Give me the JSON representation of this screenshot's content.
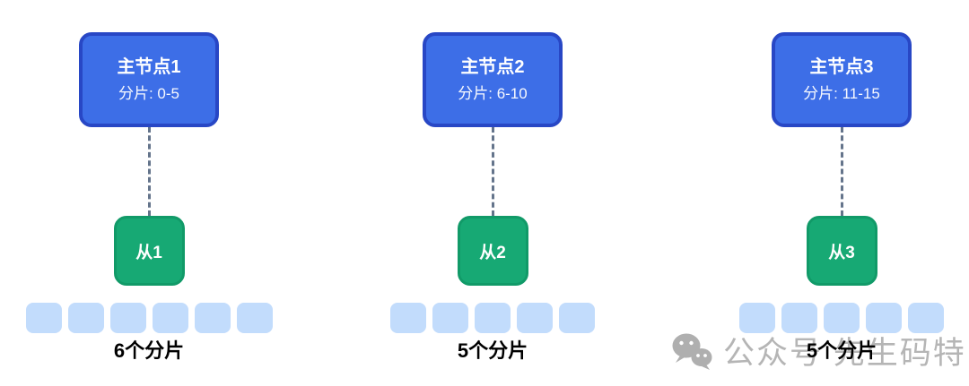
{
  "columns": [
    {
      "master": {
        "title": "主节点1",
        "subtitle": "分片: 0-5"
      },
      "slave": {
        "label": "从1"
      },
      "shard_count": 6,
      "shards_label": "6个分片"
    },
    {
      "master": {
        "title": "主节点2",
        "subtitle": "分片: 6-10"
      },
      "slave": {
        "label": "从2"
      },
      "shard_count": 5,
      "shards_label": "5个分片"
    },
    {
      "master": {
        "title": "主节点3",
        "subtitle": "分片: 11-15"
      },
      "slave": {
        "label": "从3"
      },
      "shard_count": 5,
      "shards_label": "5个分片"
    }
  ],
  "watermark": {
    "icon": "wechat-icon",
    "text": "公众号 先生码特"
  },
  "colors": {
    "master_fill": "#3D6EE7",
    "master_border": "#2847C5",
    "slave_fill": "#17A974",
    "slave_border": "#119A68",
    "shard_fill": "#C2DCFC",
    "connector": "#64748B",
    "label_text": "#000000",
    "watermark_text": "#B5B5B5"
  }
}
